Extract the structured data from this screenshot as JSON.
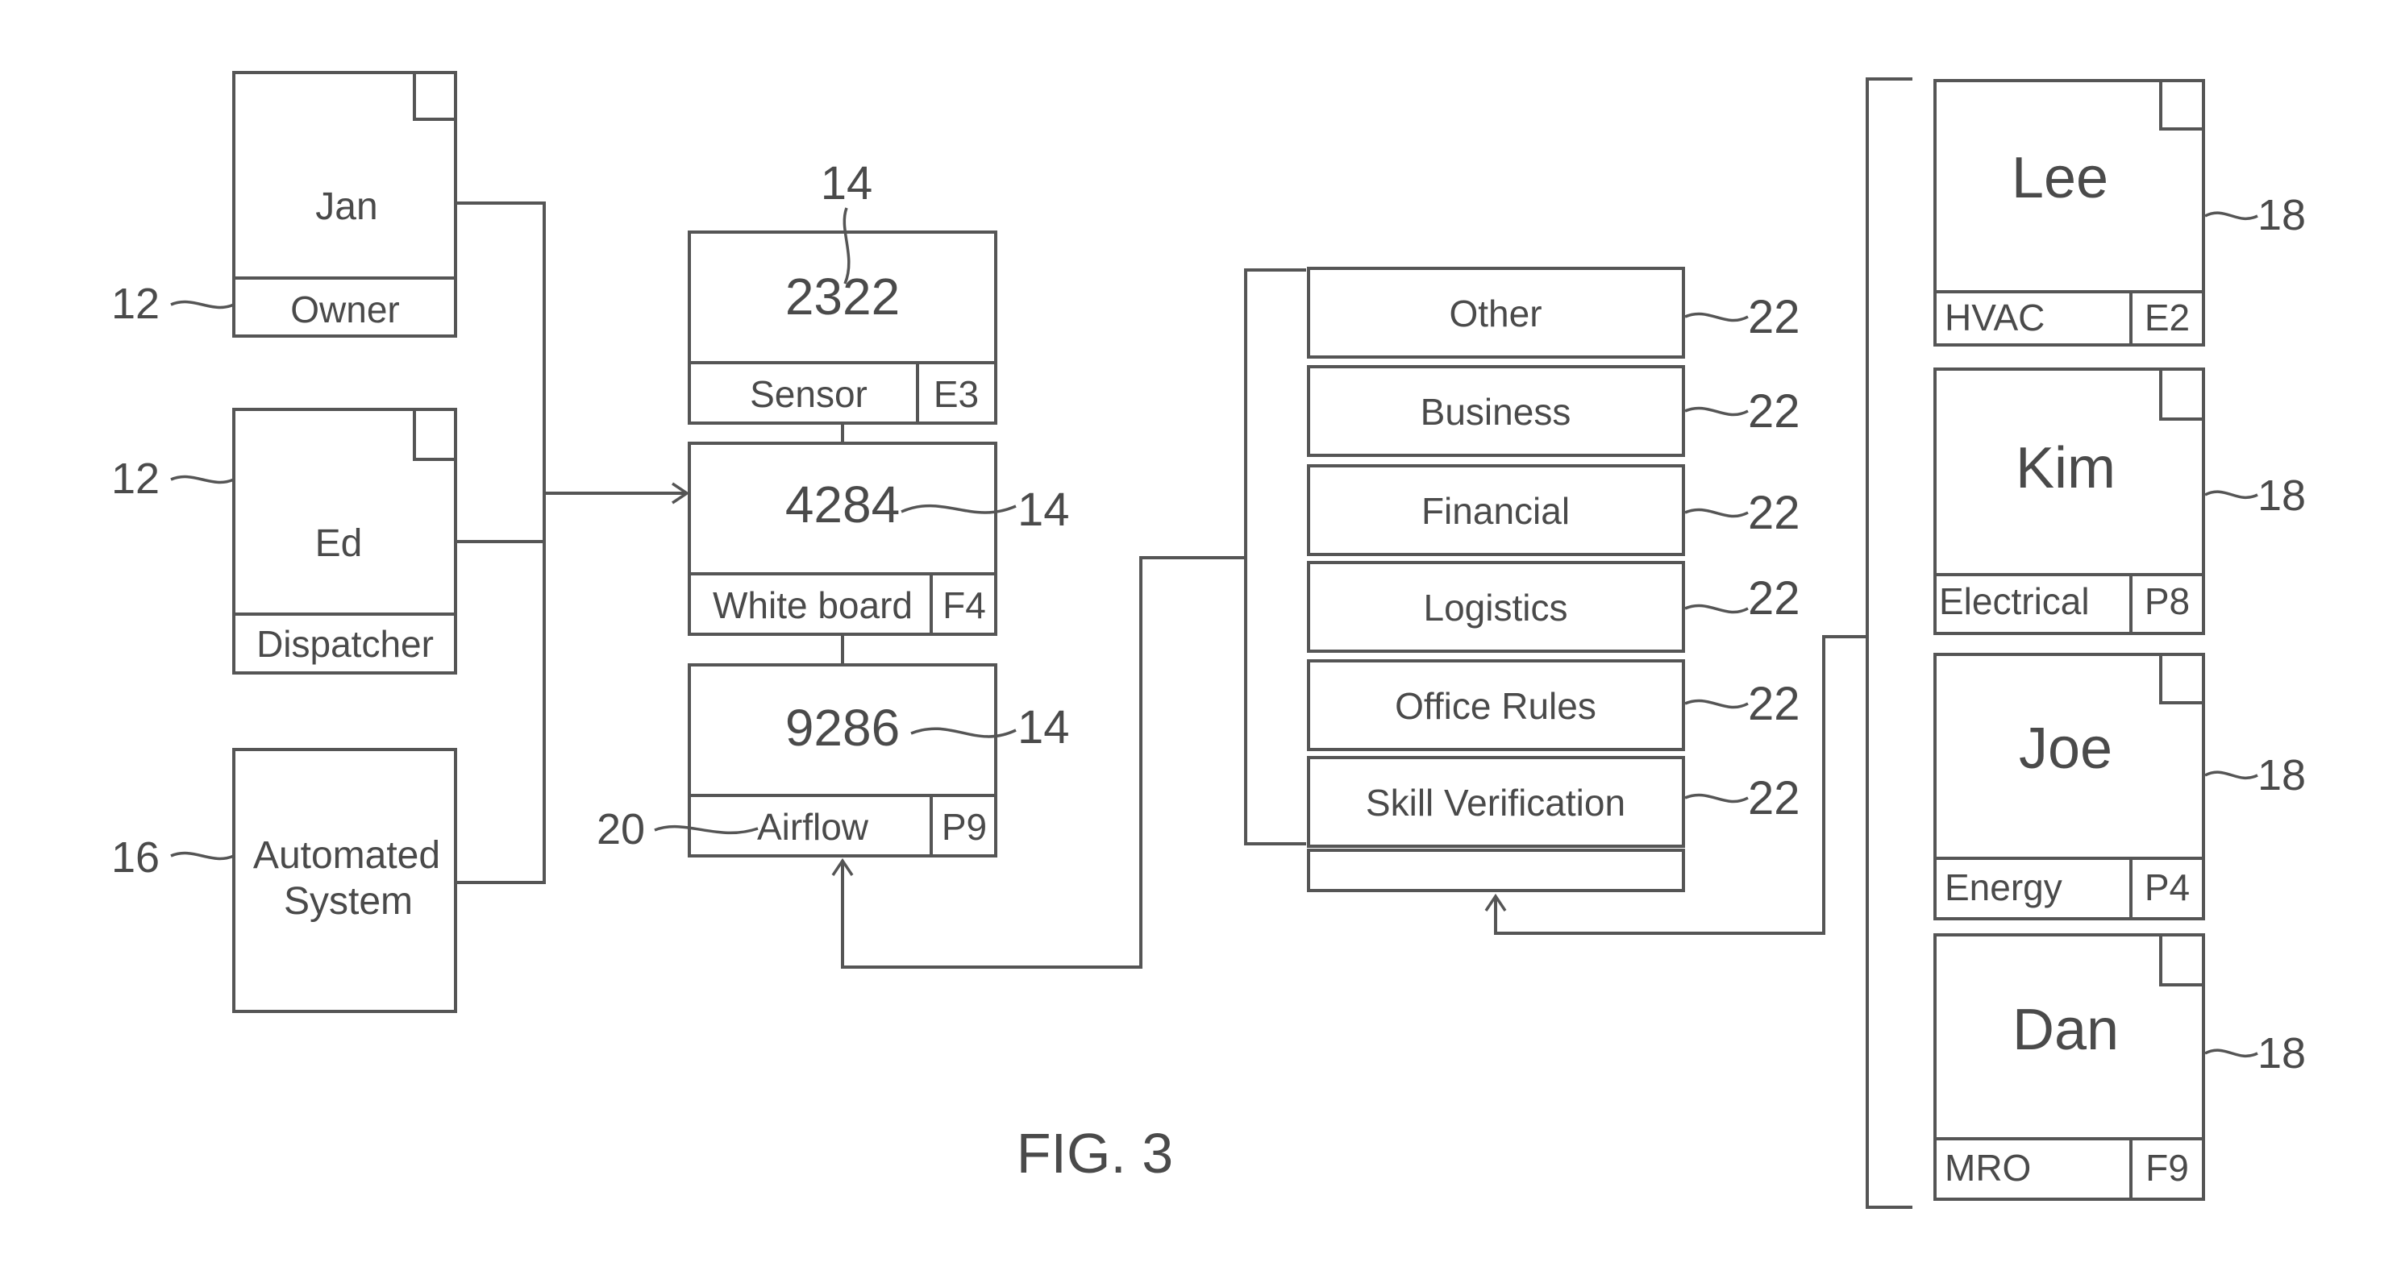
{
  "requesters": [
    {
      "name": "Jan",
      "role": "Owner",
      "ref": "12"
    },
    {
      "name": "Ed",
      "role": "Dispatcher",
      "ref": "12"
    },
    {
      "name_lines": [
        "Automated",
        "System"
      ],
      "ref": "16"
    }
  ],
  "tickets": [
    {
      "number": "2322",
      "type": "Sensor",
      "code": "E3",
      "ref": "14"
    },
    {
      "number": "4284",
      "type": "White board",
      "code": "F4",
      "ref": "14"
    },
    {
      "number": "9286",
      "type": "Airflow",
      "code": "P9",
      "ref": "14",
      "type_ref": "20"
    }
  ],
  "categories": {
    "items": [
      "Other",
      "Business",
      "Financial",
      "Logistics",
      "Office Rules",
      "Skill Verification"
    ],
    "ref": "22"
  },
  "technicians": [
    {
      "name": "Lee",
      "skill": "HVAC",
      "code": "E2",
      "ref": "18"
    },
    {
      "name": "Kim",
      "skill": "Electrical",
      "code": "P8",
      "ref": "18"
    },
    {
      "name": "Joe",
      "skill": "Energy",
      "code": "P4",
      "ref": "18"
    },
    {
      "name": "Dan",
      "skill": "MRO",
      "code": "F9",
      "ref": "18"
    }
  ],
  "figure_label": "FIG. 3"
}
